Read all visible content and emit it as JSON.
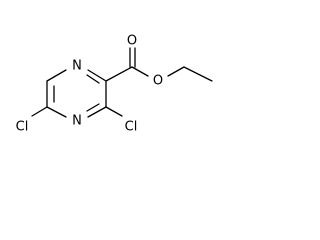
{
  "molecule": {
    "atoms": {
      "n_top": "N",
      "n_bottom": "N",
      "o_carbonyl": "O",
      "o_ester": "O",
      "cl_left": "Cl",
      "cl_right": "Cl"
    }
  },
  "colors": {
    "bond": "#000000",
    "label": "#000000",
    "background": "#ffffff"
  }
}
